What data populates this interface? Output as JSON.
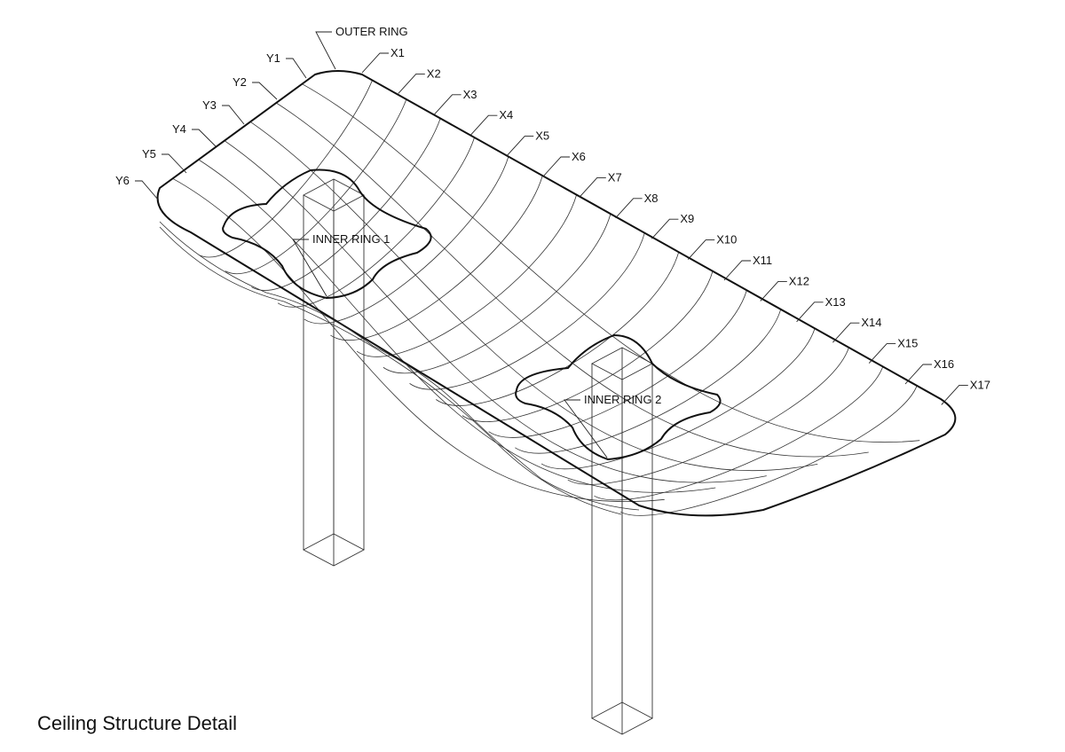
{
  "title": "Ceiling Structure Detail",
  "labels": {
    "outer_ring": "OUTER RING",
    "inner_ring_1": "INNER RING 1",
    "inner_ring_2": "INNER RING 2"
  },
  "y_labels": [
    "Y1",
    "Y2",
    "Y3",
    "Y4",
    "Y5",
    "Y6"
  ],
  "x_labels": [
    "X1",
    "X2",
    "X3",
    "X4",
    "X5",
    "X6",
    "X7",
    "X8",
    "X9",
    "X10",
    "X11",
    "X12",
    "X13",
    "X14",
    "X15",
    "X16",
    "X17"
  ]
}
